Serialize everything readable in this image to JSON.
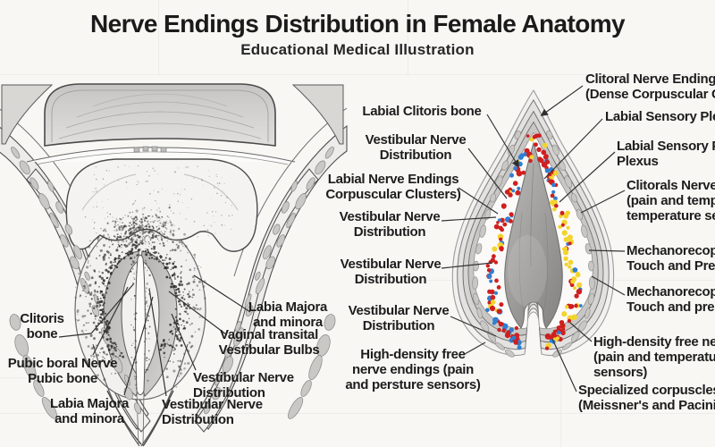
{
  "header": {
    "title": "Nerve Endings Distribution in Female Anatomy",
    "subtitle": "Educational Medical Illustration"
  },
  "palette": {
    "red": "#cf1f1f",
    "blue": "#2e7fd2",
    "yellow": "#f3d42e",
    "ink": "#1d1d1d"
  },
  "labels": {
    "l1": {
      "lines": [
        "Clitoris",
        "bone"
      ]
    },
    "l2": {
      "lines": [
        "Pubic boral Nerve",
        "Pubic bone"
      ]
    },
    "l3": {
      "lines": [
        "Labia Majora",
        "and minora"
      ]
    },
    "l4": {
      "lines": [
        "Vestibular Nerve",
        "Distribution"
      ]
    },
    "l5": {
      "lines": [
        "Vestibular Nerve",
        "Distribution"
      ]
    },
    "l6": {
      "lines": [
        "Labia Majora",
        "and minora"
      ]
    },
    "l7": {
      "lines": [
        "Vaginal transital",
        "Vestibular Bulbs"
      ]
    },
    "m1": {
      "lines": [
        "Labial Clitoris bone"
      ]
    },
    "m2": {
      "lines": [
        "Vestibular Nerve",
        "Distribution"
      ]
    },
    "m3": {
      "lines": [
        "Labial Nerve Endings",
        "Corpuscular Clusters)"
      ]
    },
    "m4": {
      "lines": [
        "Vestibular Nerve",
        "Distribution"
      ]
    },
    "m5": {
      "lines": [
        "Vestibular Nerve",
        "Distribution"
      ]
    },
    "m6": {
      "lines": [
        "Vestibular Nerve",
        "Distribution"
      ]
    },
    "m7": {
      "lines": [
        "High-density free",
        "nerve endings (pain",
        "and persture sensors)"
      ]
    },
    "r1": {
      "lines": [
        "Clitoral Nerve Endings",
        "(Dense Corpuscular Clusters)"
      ]
    },
    "r2": {
      "lines": [
        "Labial Sensory Plexus"
      ]
    },
    "r3": {
      "lines": [
        "Labial Sensory Plexus",
        "Plexus"
      ]
    },
    "r4": {
      "lines": [
        "Clitorals Nerve endings",
        "(pain and tempeature",
        "temperature sensors)"
      ]
    },
    "r5": {
      "lines": [
        "Mechanorecoptors",
        "Touch and Pressure"
      ]
    },
    "r6": {
      "lines": [
        "Mechanorecoptors",
        "Touch and pressure"
      ]
    },
    "r7": {
      "lines": [
        "High-density free nerve",
        "(pain and temperature",
        "sensors)"
      ]
    },
    "r8": {
      "lines": [
        "Specialized corpuscles,",
        "(Meissner's and Pacinian)"
      ]
    }
  }
}
